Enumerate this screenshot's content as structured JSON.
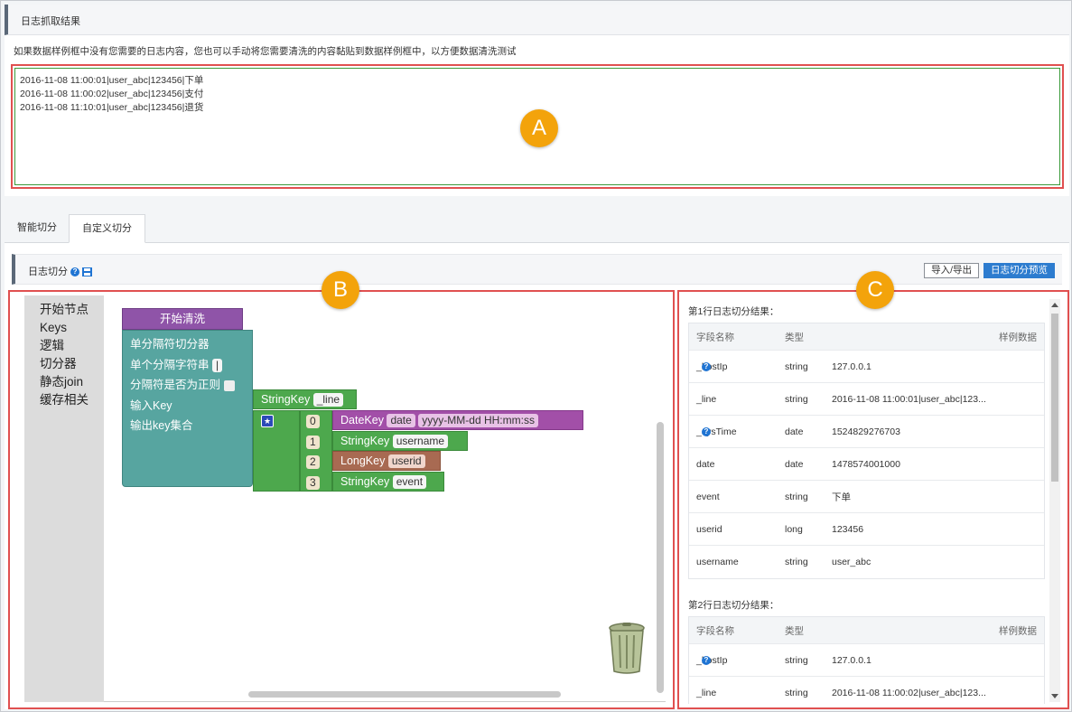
{
  "top": {
    "title": "日志抓取结果",
    "hint": "如果数据样例框中没有您需要的日志内容，您也可以手动将您需要清洗的内容黏贴到数据样例框中，以方便数据清洗测试",
    "log_lines": [
      "2016-11-08 11:00:01|user_abc|123456|下单",
      "2016-11-08 11:00:02|user_abc|123456|支付",
      "2016-11-08 11:10:01|user_abc|123456|退货"
    ]
  },
  "badges": {
    "a": "A",
    "b": "B",
    "c": "C"
  },
  "tabs": [
    {
      "label": "智能切分"
    },
    {
      "label": "自定义切分"
    }
  ],
  "split": {
    "title": "日志切分",
    "help_icon": "question-circle-icon",
    "film_icon": "film-icon",
    "import_export": "导入/导出",
    "preview": "日志切分预览"
  },
  "toolbox": [
    "开始节点",
    "Keys",
    "逻辑",
    "切分器",
    "静态join",
    "缓存相关"
  ],
  "blocks": {
    "start": "开始清洗",
    "splitter": "单分隔符切分器",
    "single_sep": "单个分隔字符串",
    "sep_value": "|",
    "is_regex": "分隔符是否为正则",
    "input_key": "输入Key",
    "output_keys": "输出key集合",
    "string_key": "StringKey",
    "line_field": "_line",
    "star": "★",
    "items": [
      {
        "index": "0",
        "type": "DateKey",
        "name": "date",
        "format": "yyyy-MM-dd HH:mm:ss"
      },
      {
        "index": "1",
        "type": "StringKey",
        "name": "username"
      },
      {
        "index": "2",
        "type": "LongKey",
        "name": "userid"
      },
      {
        "index": "3",
        "type": "StringKey",
        "name": "event"
      }
    ]
  },
  "results": {
    "headers": {
      "name": "字段名称",
      "type": "类型",
      "sample": "样例数据"
    },
    "sections": [
      {
        "title": "第1行日志切分结果：",
        "rows": [
          {
            "name": "_hostIp",
            "type": "string",
            "sample": "127.0.0.1",
            "help": true
          },
          {
            "name": "_line",
            "type": "string",
            "sample": "2016-11-08 11:00:01|user_abc|123..."
          },
          {
            "name": "_sysTime",
            "type": "date",
            "sample": "1524829276703",
            "help": true
          },
          {
            "name": "date",
            "type": "date",
            "sample": "1478574001000"
          },
          {
            "name": "event",
            "type": "string",
            "sample": "下单"
          },
          {
            "name": "userid",
            "type": "long",
            "sample": "123456"
          },
          {
            "name": "username",
            "type": "string",
            "sample": "user_abc"
          }
        ]
      },
      {
        "title": "第2行日志切分结果：",
        "rows": [
          {
            "name": "_hostIp",
            "type": "string",
            "sample": "127.0.0.1",
            "help": true
          },
          {
            "name": "_line",
            "type": "string",
            "sample": "2016-11-08 11:00:02|user_abc|123..."
          }
        ]
      }
    ]
  },
  "colors": {
    "start_block": "#8f54a8",
    "splitter_block": "#57a5a0",
    "key_list": "#4da84d",
    "date_key": "#a24fa8",
    "long_key": "#a86a52",
    "highlight_border": "#e05050",
    "badge": "#f3a30b"
  }
}
